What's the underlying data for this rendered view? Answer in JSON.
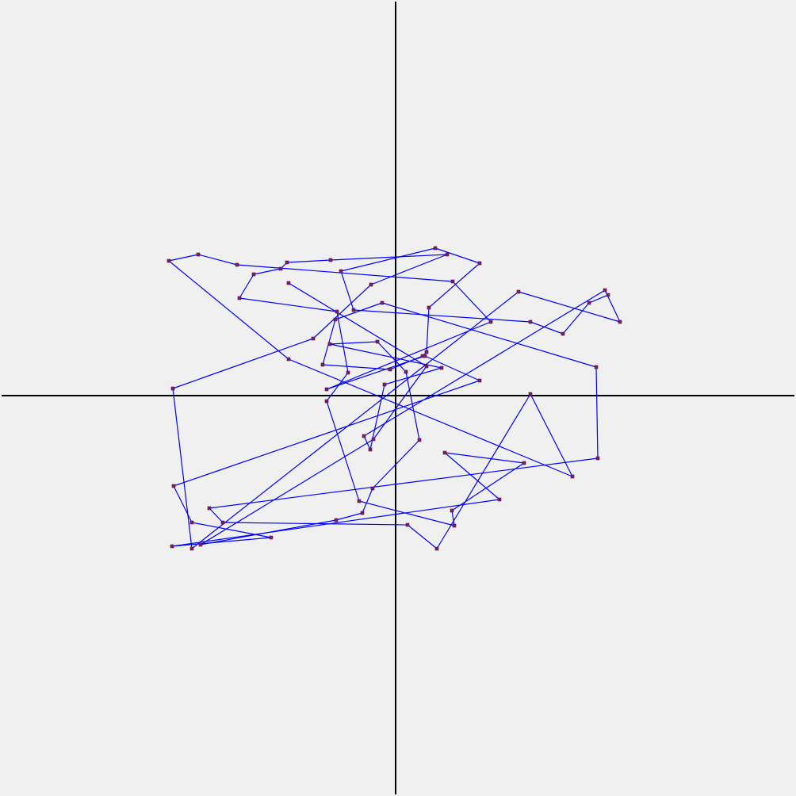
{
  "colors": {
    "background": "#f0f0f0",
    "axes": "#000000",
    "path": "#0000ff",
    "marker": "#8b1a4a"
  },
  "chart_data": {
    "type": "line",
    "title": "",
    "xlabel": "",
    "ylabel": "",
    "xlim": [
      -500,
      500
    ],
    "ylim": [
      -500,
      500
    ],
    "grid": false,
    "legend": "none",
    "axes_through_origin": true,
    "closed_path": false,
    "series": [
      {
        "x": [
          268,
          244,
          211,
          170,
          -53,
          -69,
          50,
          106,
          42,
          39,
          34,
          -7,
          -92,
          -76,
          -17,
          253,
          255,
          -235,
          -218,
          15,
          52,
          170,
          223,
          -135,
          -286,
          -249,
          -200,
          72,
          120,
          -87,
          37,
          106,
          -280,
          -257,
          -157,
          -282,
          131,
          62,
          162,
          71,
          74,
          -46,
          -87,
          -60,
          -74,
          -197,
          -179,
          -145,
          -137,
          -82,
          65,
          -31,
          -104,
          -281,
          -257,
          155,
          283,
          264,
          -40,
          -32,
          -14,
          58,
          -83,
          -23,
          13,
          30,
          -29,
          -42,
          -75,
          -246,
          -28,
          39,
          -135
        ],
        "y": [
          127,
          117,
          78,
          93,
          108,
          157,
          186,
          167,
          111,
          55,
          50,
          33,
          39,
          96,
          117,
          36,
          -79,
          -142,
          -160,
          -163,
          -193,
          2,
          -102,
          46,
          170,
          178,
          165,
          144,
          93,
          8,
          50,
          19,
          -114,
          -160,
          -179,
          -190,
          -131,
          -72,
          -85,
          -145,
          -164,
          -133,
          -7,
          29,
          106,
          123,
          153,
          160,
          168,
          171,
          178,
          140,
          72,
          9,
          -193,
          131,
          93,
          133,
          -51,
          -68,
          14,
          35,
          65,
          68,
          30,
          -56,
          -117,
          -148,
          -157,
          -188,
          -55,
          37,
          142
        ]
      }
    ]
  }
}
